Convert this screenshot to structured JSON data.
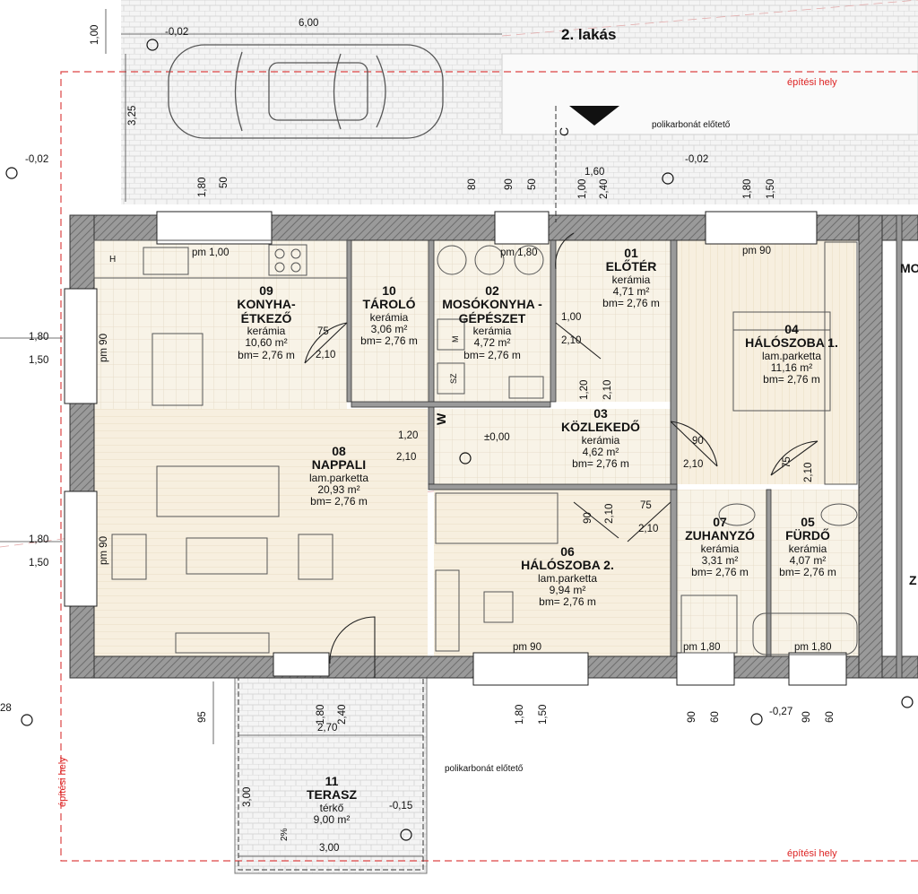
{
  "title": "2. lakás",
  "rooms": [
    {
      "id": "01",
      "name": "ELŐTÉR",
      "floor": "kerámia",
      "area": "4,71 m²",
      "height": "bm= 2,76 m"
    },
    {
      "id": "02",
      "name1": "MOSÓKONYHA -",
      "name2": "GÉPÉSZET",
      "floor": "kerámia",
      "area": "4,72 m²",
      "height": "bm= 2,76 m"
    },
    {
      "id": "03",
      "name": "KÖZLEKEDŐ",
      "floor": "kerámia",
      "area": "4,62 m²",
      "height": "bm= 2,76 m"
    },
    {
      "id": "04",
      "name": "HÁLÓSZOBA 1.",
      "floor": "lam.parketta",
      "area": "11,16 m²",
      "height": "bm= 2,76 m"
    },
    {
      "id": "05",
      "name": "FÜRDŐ",
      "floor": "kerámia",
      "area": "4,07 m²",
      "height": "bm= 2,76 m"
    },
    {
      "id": "06",
      "name": "HÁLÓSZOBA 2.",
      "floor": "lam.parketta",
      "area": "9,94 m²",
      "height": "bm= 2,76 m"
    },
    {
      "id": "07",
      "name": "ZUHANYZÓ",
      "floor": "kerámia",
      "area": "3,31 m²",
      "height": "bm= 2,76 m"
    },
    {
      "id": "08",
      "name": "NAPPALI",
      "floor": "lam.parketta",
      "area": "20,93 m²",
      "height": "bm= 2,76 m"
    },
    {
      "id": "09",
      "name1": "KONYHA-",
      "name2": "ÉTKEZŐ",
      "floor": "kerámia",
      "area": "10,60 m²",
      "height": "bm= 2,76 m"
    },
    {
      "id": "10",
      "name": "TÁROLÓ",
      "floor": "kerámia",
      "area": "3,06 m²",
      "height": "bm= 2,76 m"
    },
    {
      "id": "11",
      "name": "TERASZ",
      "floor": "térkő",
      "area": "9,00 m²"
    }
  ],
  "annotations": {
    "epitesi_hely": "építési hely",
    "polikarbonat": "polikarbonát előtető",
    "section_mark": "C",
    "zero_level": "±0,00",
    "lvl_m002": "-0,02",
    "lvl_m002b": "-0,02",
    "lvl_m002c": "-0,02",
    "lvl_m027": "-0,27",
    "lvl_m015": "-0,15",
    "lvl_28": "28",
    "slope": "2%",
    "partial_label_mo": "MO",
    "partial_label_z": "Z",
    "stove_h": "H",
    "washer_m": "M",
    "dryer_sz": "SZ",
    "wall_mark_w": "W"
  },
  "dimensions": {
    "d600": "6,00",
    "d100": "1,00",
    "d325": "3,25",
    "d180a": "1,80",
    "d50a": "50",
    "d80": "80",
    "d90a": "90",
    "d50b": "50",
    "d100b": "1,00",
    "d240": "2,40",
    "d160": "1,60",
    "d180b": "1,80",
    "d150a": "1,50",
    "pm100": "pm 1,00",
    "pm180": "pm 1,80",
    "pm90a": "pm 90",
    "pm90b": "pm 90",
    "pm90c": "pm 90",
    "pm90d": "pm 90",
    "pm180b": "pm 1,80",
    "pm180c": "pm 1,80",
    "w180a": "1,80",
    "w150a": "1,50",
    "w180b": "1,80",
    "w150b": "1,50",
    "d75a": "75",
    "d210a": "2,10",
    "d100c": "1,00",
    "d210b": "2,10",
    "d120a": "1,20",
    "d210c": "2,10",
    "d120b": "1,20",
    "d210d": "2,10",
    "d90b": "90",
    "d210e": "2,10",
    "d75b": "75",
    "d210f": "2,10",
    "d90c": "90",
    "d210g": "2,10",
    "d210h": "2,10",
    "d75c": "75",
    "d95": "95",
    "d180c": "1,80",
    "d240b": "2,40",
    "d270": "2,70",
    "d300a": "3,00",
    "d300b": "3,00",
    "d180d": "1,80",
    "d150b": "1,50",
    "d90d": "90",
    "d60a": "60",
    "d90e": "90",
    "d60b": "60"
  }
}
